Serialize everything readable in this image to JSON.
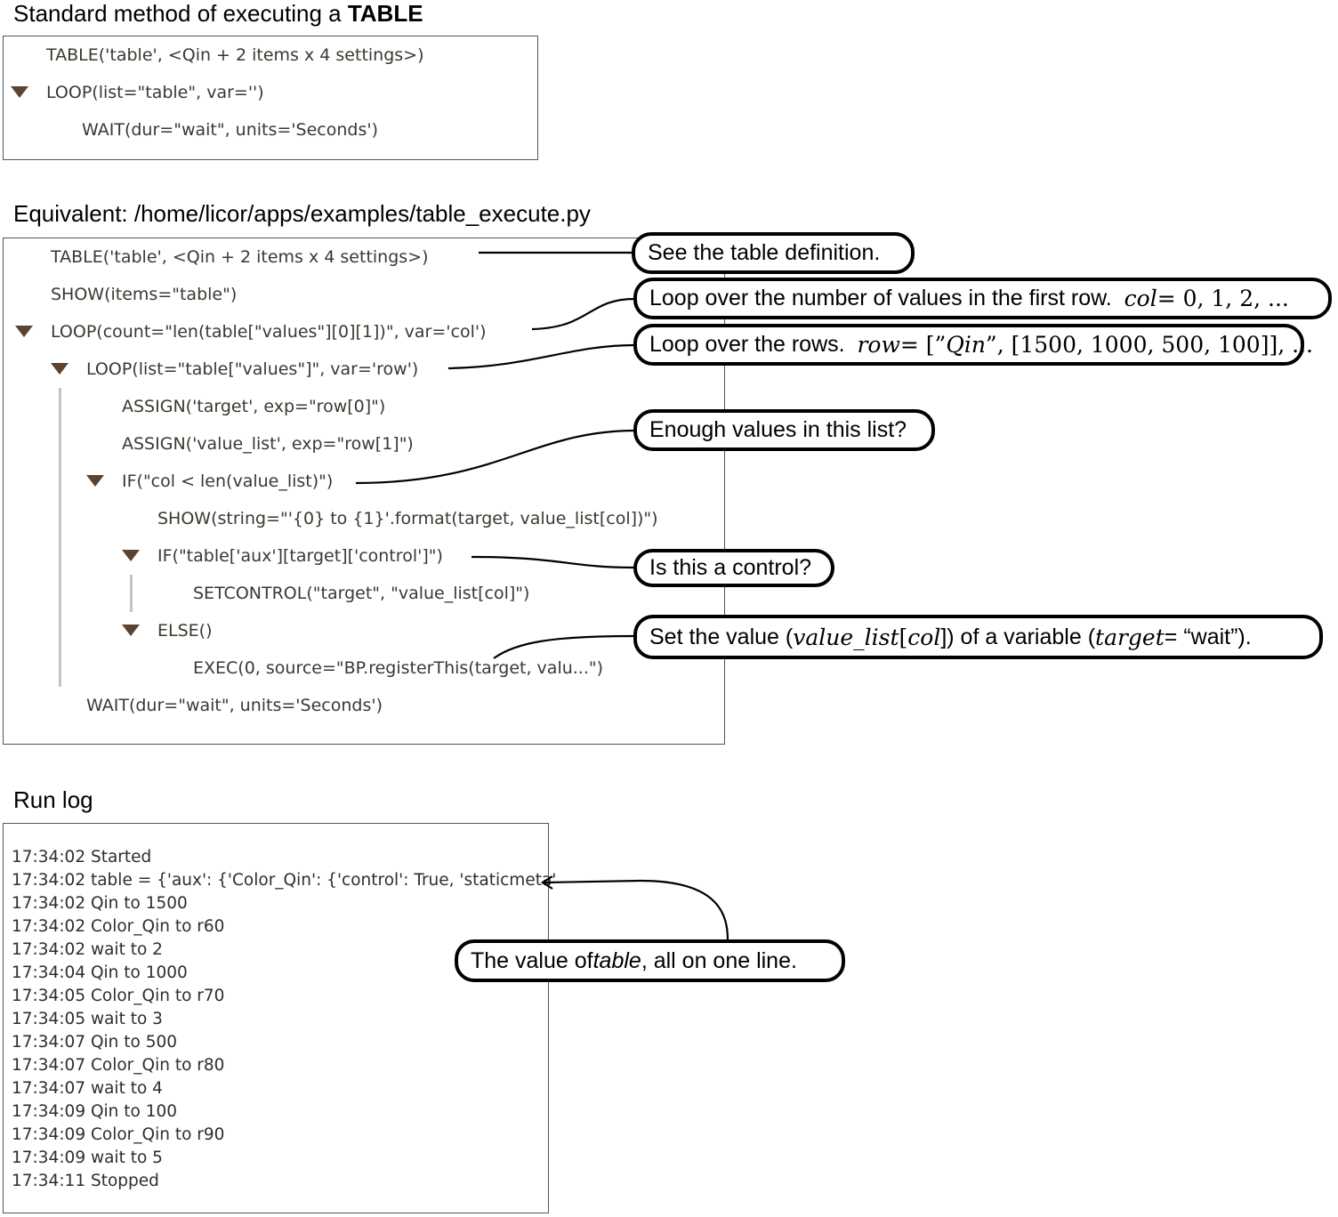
{
  "section1": {
    "heading_prefix": "Standard method of executing a",
    "heading_bold": "TABLE",
    "lines": [
      "TABLE('table', <Qin + 2 items x 4 settings>)",
      "LOOP(list=\"table\", var='')",
      "WAIT(dur=\"wait\", units='Seconds')"
    ]
  },
  "section2": {
    "heading": "Equivalent:  /home/licor/apps/examples/table_execute.py",
    "lines": [
      "TABLE('table', <Qin + 2 items x 4 settings>)",
      "SHOW(items=\"table\")",
      "LOOP(count=\"len(table[\"values\"][0][1])\", var='col')",
      "LOOP(list=\"table[\"values\"]\", var='row')",
      "ASSIGN('target', exp=\"row[0]\")",
      "ASSIGN('value_list', exp=\"row[1]\")",
      "IF(\"col < len(value_list)\")",
      "SHOW(string=\"'{0} to {1}'.format(target, value_list[col])\")",
      "IF(\"table['aux'][target]['control']\")",
      "SETCONTROL(\"target\", \"value_list[col]\")",
      "ELSE()",
      "EXEC(0, source=\"BP.registerThis(target, valu...\")",
      "WAIT(dur=\"wait\", units='Seconds')"
    ]
  },
  "callouts": {
    "c1": "See the table definition.",
    "c2_text": "Loop over the number of values in the first row.",
    "c2_var": "col",
    "c2_eq": " = 0, 1, 2, ...",
    "c3_text": "Loop over the rows.",
    "c3_var": "row",
    "c3_eq_a": " = [”",
    "c3_eq_b": "Qin",
    "c3_eq_c": "”, [1500, 1000, 500, 100]], ...",
    "c4": "Enough values in this list?",
    "c5": "Is this a control?",
    "c6_a": "Set the value (",
    "c6_b": "value_list",
    "c6_c": "[",
    "c6_d": "col",
    "c6_e": "]) of a variable (",
    "c6_f": "target",
    "c6_g": " = “wait”).",
    "c7_a": "The value of ",
    "c7_b": "table",
    "c7_c": ", all on one line."
  },
  "runlog": {
    "heading": "Run log",
    "lines": [
      "17:34:02 Started",
      "17:34:02 table = {'aux': {'Color_Qin': {'control': True, 'staticmeta'",
      "17:34:02 Qin to 1500",
      "17:34:02 Color_Qin to r60",
      "17:34:02 wait to 2",
      "17:34:04 Qin to 1000",
      "17:34:05 Color_Qin to r70",
      "17:34:05 wait to 3",
      "17:34:07 Qin to 500",
      "17:34:07 Color_Qin to r80",
      "17:34:07 wait to 4",
      "17:34:09 Qin to 100",
      "17:34:09 Color_Qin to r90",
      "17:34:09 wait to 5",
      "17:34:11 Stopped"
    ]
  },
  "colors": {
    "triangle": "#5b4331",
    "code_text": "#3d3730",
    "guide": "#c9c4bb"
  }
}
